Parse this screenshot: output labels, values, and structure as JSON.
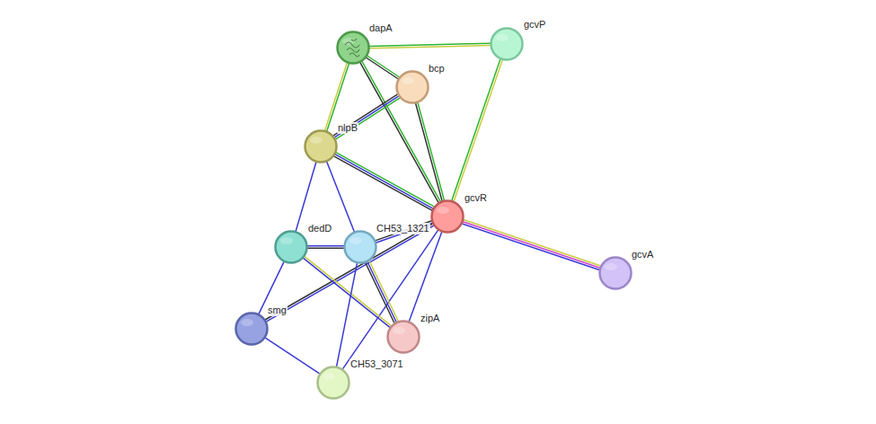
{
  "diagram": {
    "nodes": [
      {
        "text": [
          "dapA"
        ]
      },
      {
        "text": [
          "gcvP"
        ]
      },
      {
        "text": [
          "bcp"
        ]
      },
      {
        "text": [
          "nlpB"
        ]
      },
      {
        "text": [
          "gcvR"
        ]
      },
      {
        "text": [
          "dedD"
        ]
      },
      {
        "text": [
          "CH53_1321"
        ]
      },
      {
        "text": [
          "gcvA"
        ]
      },
      {
        "text": [
          "smg"
        ]
      },
      {
        "text": [
          "zipA"
        ]
      },
      {
        "text": [
          "CH53_3071"
        ]
      }
    ],
    "edges": [
      {
        "from": 0,
        "to": 1,
        "arrow": "none"
      },
      {
        "from": 0,
        "to": 2,
        "arrow": "none"
      },
      {
        "from": 0,
        "to": 3,
        "arrow": "none"
      },
      {
        "from": 0,
        "to": 4,
        "arrow": "none"
      },
      {
        "from": 2,
        "to": 3,
        "arrow": "none"
      },
      {
        "from": 2,
        "to": 4,
        "arrow": "none"
      },
      {
        "from": 1,
        "to": 4,
        "arrow": "none"
      },
      {
        "from": 3,
        "to": 4,
        "arrow": "none"
      },
      {
        "from": 3,
        "to": 5,
        "arrow": "none"
      },
      {
        "from": 3,
        "to": 6,
        "arrow": "none"
      },
      {
        "from": 4,
        "to": 7,
        "arrow": "none"
      },
      {
        "from": 4,
        "to": 6,
        "arrow": "none"
      },
      {
        "from": 4,
        "to": 8,
        "arrow": "none"
      },
      {
        "from": 4,
        "to": 9,
        "arrow": "none"
      },
      {
        "from": 4,
        "to": 10,
        "arrow": "none"
      },
      {
        "from": 5,
        "to": 6,
        "arrow": "none"
      },
      {
        "from": 5,
        "to": 9,
        "arrow": "none"
      },
      {
        "from": 5,
        "to": 8,
        "arrow": "none"
      },
      {
        "from": 6,
        "to": 9,
        "arrow": "none"
      },
      {
        "from": 6,
        "to": 10,
        "arrow": "none"
      },
      {
        "from": 8,
        "to": 10,
        "arrow": "none"
      }
    ]
  }
}
